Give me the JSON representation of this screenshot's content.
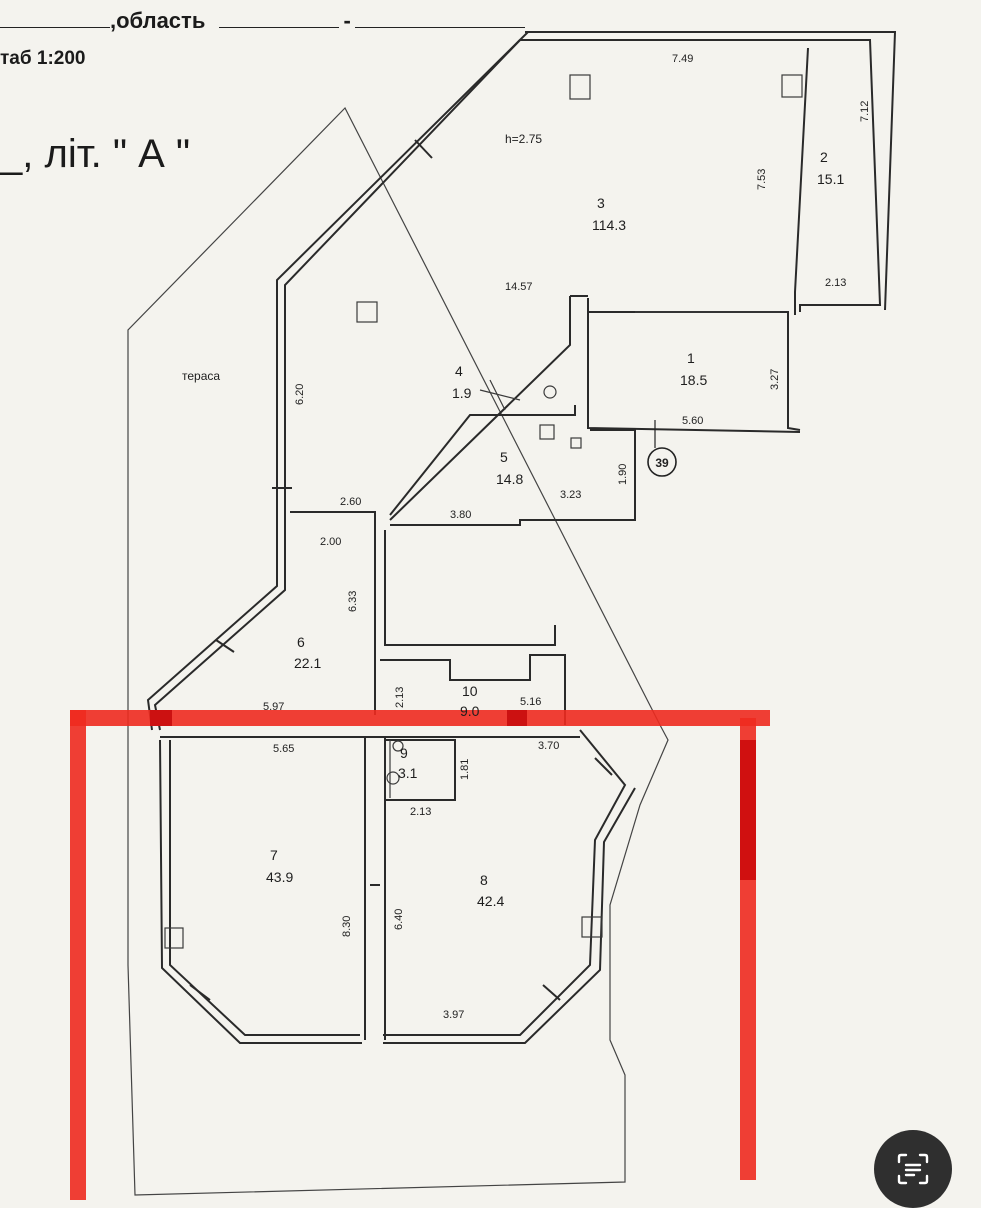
{
  "header": {
    "region_label": ",область",
    "dash": "-",
    "scale": "таб 1:200",
    "liter": "_, літ. \" А \""
  },
  "plan": {
    "ceiling_height": "h=2.75",
    "terrace_label": "тераса",
    "marker": "39",
    "rooms": [
      {
        "num": "1",
        "area": "18.5"
      },
      {
        "num": "2",
        "area": "15.1"
      },
      {
        "num": "3",
        "area": "114.3"
      },
      {
        "num": "4",
        "area": "1.9"
      },
      {
        "num": "5",
        "area": "14.8"
      },
      {
        "num": "6",
        "area": "22.1"
      },
      {
        "num": "7",
        "area": "43.9"
      },
      {
        "num": "8",
        "area": "42.4"
      },
      {
        "num": "9",
        "area": "3.1"
      },
      {
        "num": "10",
        "area": "9.0"
      }
    ],
    "dimensions": [
      "7.49",
      "7.12",
      "7.53",
      "14.57",
      "2.13",
      "3.27",
      "5.60",
      "6.20",
      "1.90",
      "3.23",
      "3.80",
      "2.60",
      "2.00",
      "6.33",
      "5.97",
      "2.13",
      "5.16",
      "5.65",
      "3.70",
      "1.81",
      "2.13",
      "8.30",
      "6.40",
      "3.97"
    ]
  },
  "colors": {
    "highlight": "#ee2a1f",
    "background": "#f4f3ee",
    "line": "#2a2a2a"
  },
  "icons": {
    "scan_button": "document-scan-icon"
  }
}
